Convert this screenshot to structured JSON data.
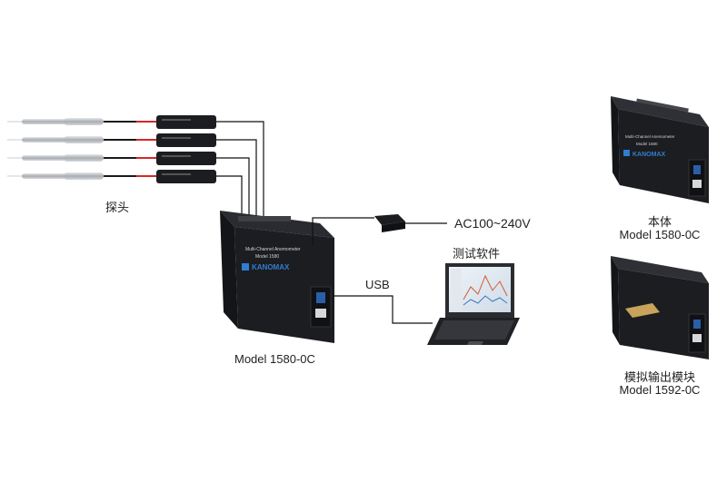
{
  "labels": {
    "probe": "探头",
    "power": "AC100~240V",
    "software": "测试软件",
    "usb": "USB",
    "main_model": "Model 1580-0C",
    "body_title": "本体",
    "body_model": "Model 1580-0C",
    "module_title": "模拟输出模块",
    "module_model": "Model 1592-0C"
  },
  "device_text": {
    "brand": "KANOMAX",
    "product": "Multi-Channel Anemometer",
    "model": "Model 1580"
  },
  "colors": {
    "device_body": "#1c1d20",
    "device_edge": "#3a3b40",
    "probe_cable": "#1a1a1a",
    "probe_accent": "#d62828",
    "probe_metal": "#b9bcc0",
    "brand_blue": "#2f7dd1",
    "wire": "#111111"
  }
}
